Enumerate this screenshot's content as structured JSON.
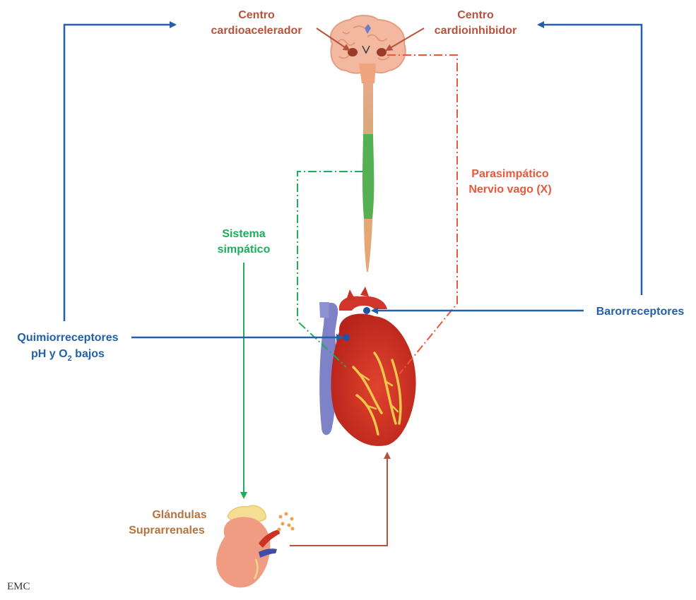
{
  "labels": {
    "centro_acel_1": "Centro",
    "centro_acel_2": "cardioacelerador",
    "centro_inh_1": "Centro",
    "centro_inh_2": "cardioinhibidor",
    "parasimpatico_1": "Parasimpático",
    "parasimpatico_2": "Nervio vago (X)",
    "simpatico_1": "Sistema",
    "simpatico_2": "simpático",
    "baroreceptores": "Barorreceptores",
    "quimio_1": "Quimiorreceptores",
    "quimio_2_pre": "pH y O",
    "quimio_2_sub": "2",
    "quimio_2_post": " bajos",
    "glandulas_1": "Glándulas",
    "glandulas_2": "Suprarrenales",
    "logo": "EMC"
  },
  "colors": {
    "brown": "#B5533C",
    "red_dashed": "#E8583A",
    "green": "#1DAE5A",
    "blue": "#2360A8",
    "orange_label": "#B8733D"
  },
  "icons": [
    "brain-icon",
    "spinal-cord-icon",
    "heart-icon",
    "adrenal-kidney-icon",
    "hormone-dots-icon"
  ]
}
